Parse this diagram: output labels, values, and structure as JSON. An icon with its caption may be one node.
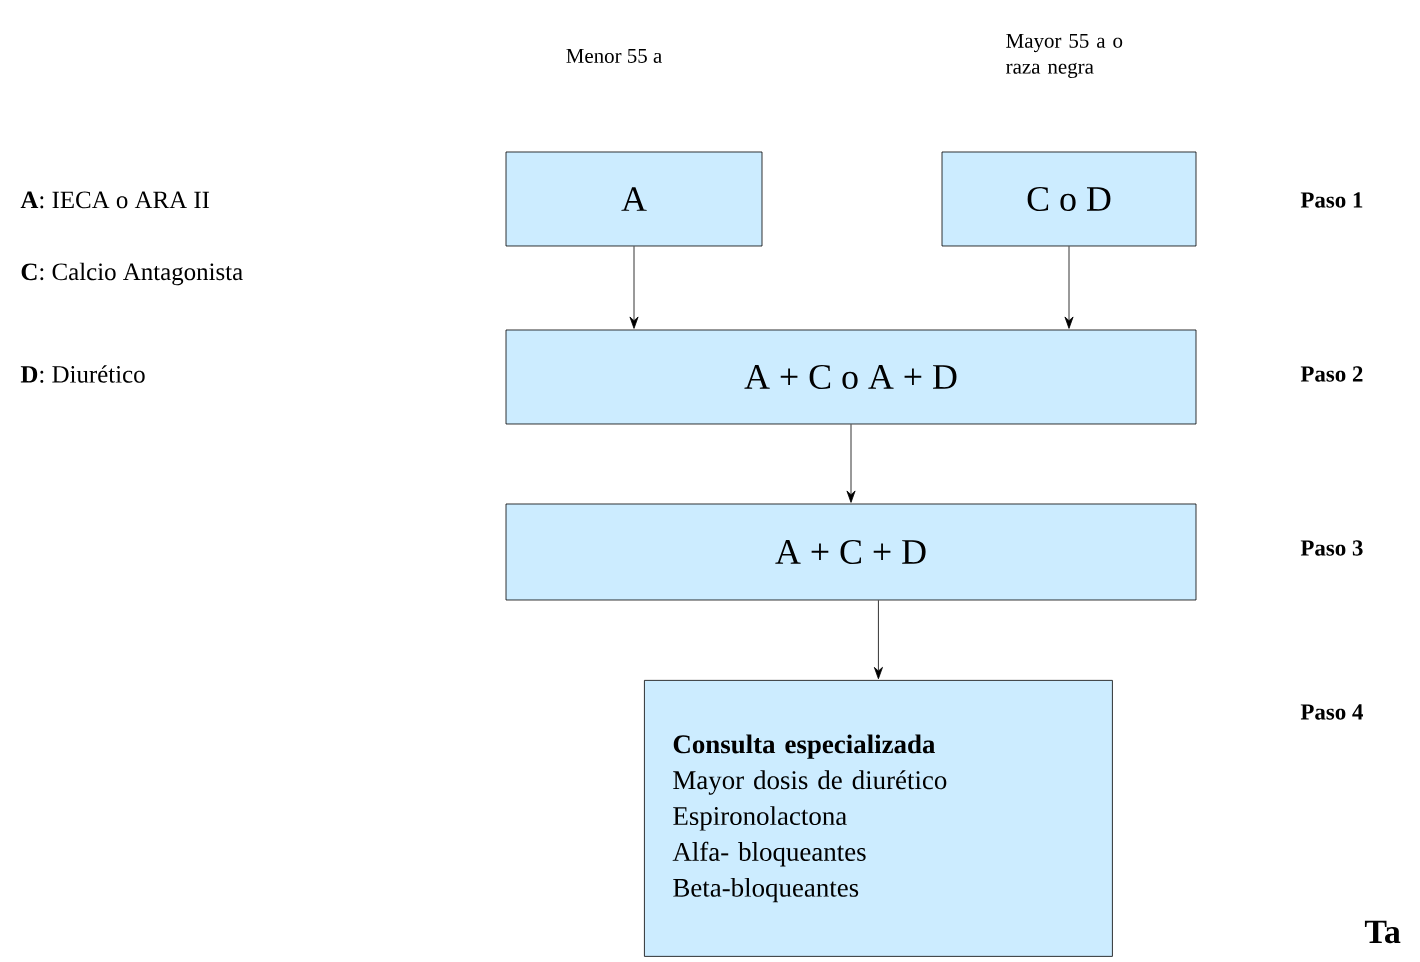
{
  "diagram": {
    "nodes": [
      {
        "text": [
          "A"
        ]
      },
      {
        "text": [
          "C o D"
        ]
      },
      {
        "text": [
          "A + C o A + D"
        ]
      },
      {
        "text": [
          "A + C + D"
        ]
      },
      {
        "text": [
          "Consulta especializada",
          "Mayor dosis de diurético",
          "Espironolactona",
          "Alfa- bloqueantes",
          "Beta-bloqueantes"
        ]
      }
    ],
    "edges": [
      {
        "from": 0,
        "to": 2,
        "arrow": "to"
      },
      {
        "from": 1,
        "to": 2,
        "arrow": "to"
      },
      {
        "from": 2,
        "to": 3,
        "arrow": "to"
      },
      {
        "from": 3,
        "to": 4,
        "arrow": "to"
      }
    ],
    "labels": [
      "Menor 55 a",
      "Mayor 55 a o raza negra",
      "**A**: IECA o ARA II",
      "Paso 1",
      "**C**: Calcio Antagonista",
      "**D**: Diurético",
      "Paso 2",
      "Paso 3",
      "Paso 4",
      "Ta"
    ]
  }
}
